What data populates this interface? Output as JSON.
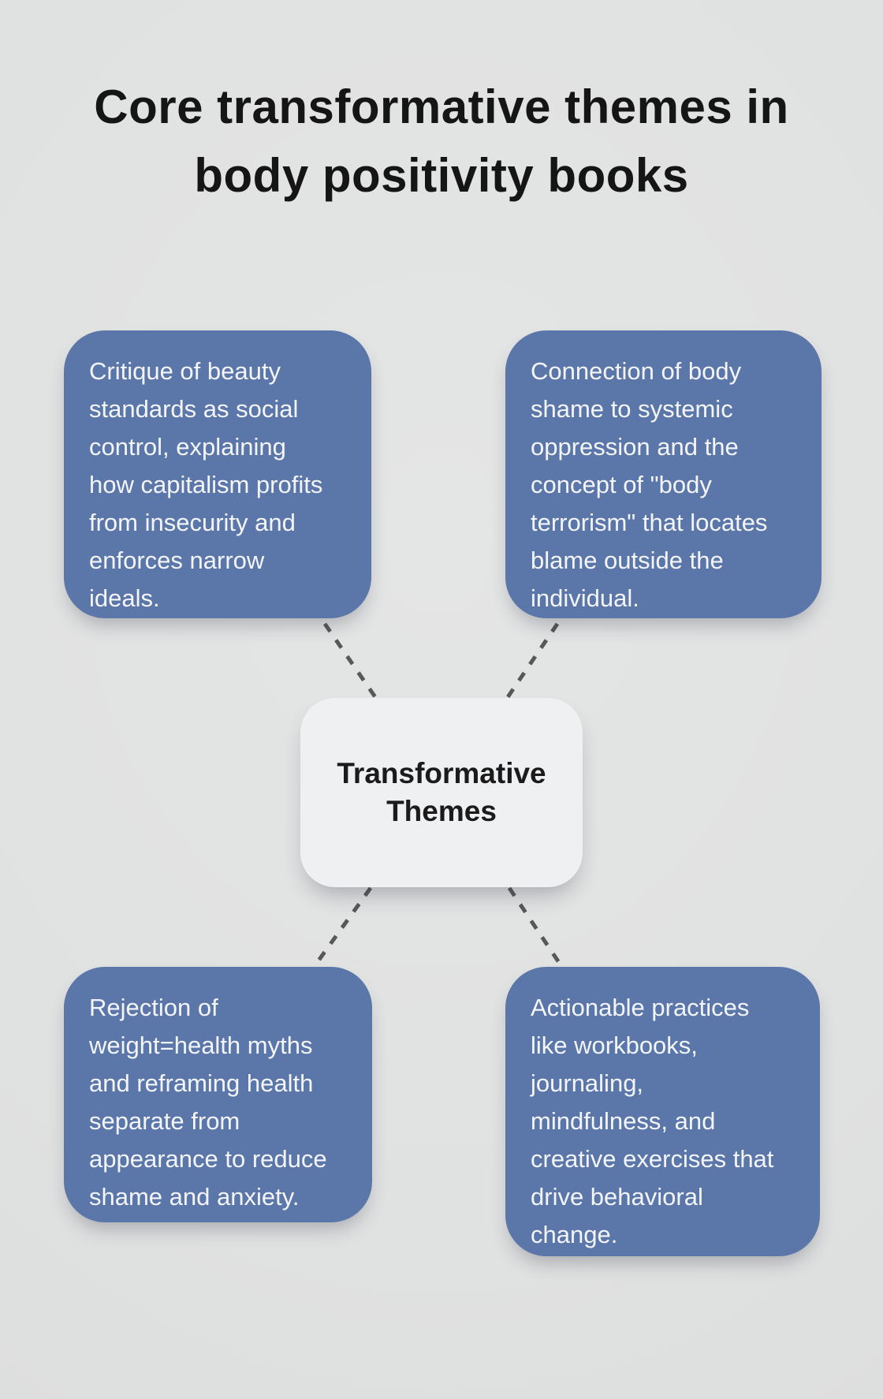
{
  "title": {
    "line1": "Core transformative themes in",
    "line2": "body positivity books",
    "full": "Core transformative themes in body positivity books"
  },
  "center_node": {
    "label": "Transformative Themes"
  },
  "themes": [
    {
      "position": "top-left",
      "text": "Critique of beauty standards as social control, explaining how capitalism profits from insecurity and enforces narrow ideals."
    },
    {
      "position": "top-right",
      "text": "Connection of body shame to systemic oppression and the concept of \"body terrorism\" that locates blame outside the individual."
    },
    {
      "position": "bottom-left",
      "text": "Rejection of weight=health myths and reframing health separate from appearance to reduce shame and anxiety."
    },
    {
      "position": "bottom-right",
      "text": "Actionable practices like workbooks, journaling, mindfulness, and creative exercises that drive behavioral change."
    }
  ],
  "colors": {
    "background": "#e0e1e1",
    "node_fill": "#5b76a9",
    "node_text": "#f3f5f8",
    "center_fill": "#eff0f2",
    "center_text": "#1b1b1b",
    "title_text": "#151515",
    "connector": "#57585a"
  }
}
